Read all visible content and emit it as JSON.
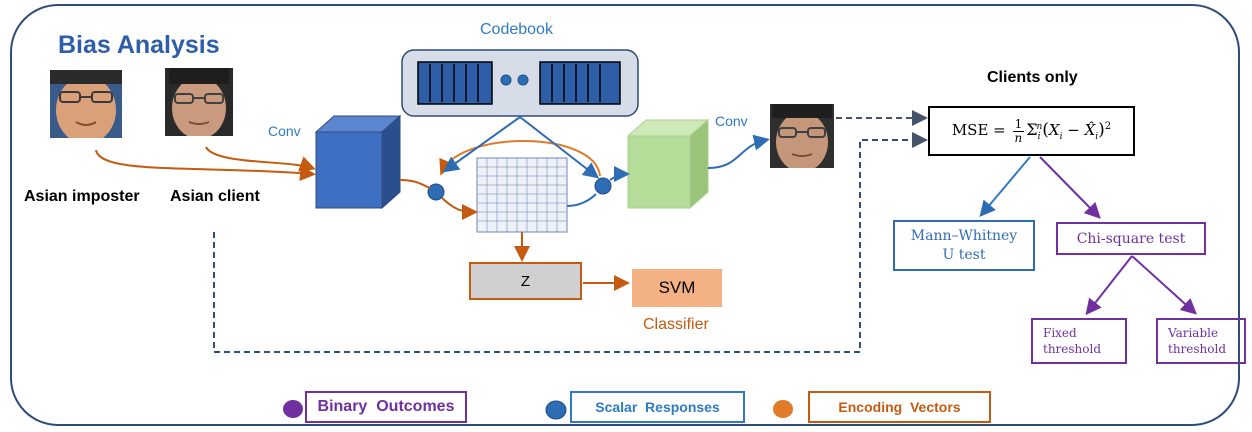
{
  "title": "Bias Analysis",
  "codebook": {
    "label": "Codebook"
  },
  "encoder": {
    "label": "Conv"
  },
  "decoder": {
    "label": "Conv"
  },
  "inputs": {
    "imposter_label": "Asian imposter",
    "client_label": "Asian client"
  },
  "clients_only": "Clients only",
  "mse_formula": "MSE = (1/n) Σ_i^n (X_i − X̂_i)^2",
  "tests": {
    "mann_whitney": "Mann–Whitney\nU test",
    "chi_square": "Chi-square test",
    "fixed_threshold": "Fixed\nthreshold",
    "variable_threshold": "Variable\nthreshold"
  },
  "latent": {
    "label": "Z"
  },
  "svm": {
    "label": "SVM"
  },
  "classifier": {
    "label": "Classifier"
  },
  "legend": [
    {
      "label": "Binary  Outcomes",
      "color": "#7030a0"
    },
    {
      "label": "Scalar  Responses",
      "color": "#2e7bc4"
    },
    {
      "label": "Encoding  Vectors",
      "color": "#c55a11"
    }
  ],
  "colors": {
    "frame": "#2f4c7a",
    "blue": "#2e7bc4",
    "orange": "#c55a11",
    "purple": "#7030a0",
    "dark_dash": "#44546a"
  }
}
